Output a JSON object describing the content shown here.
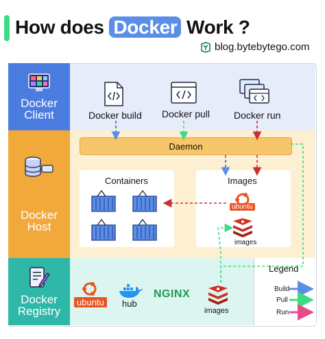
{
  "header": {
    "title_prefix": "How does",
    "title_highlight": "Docker",
    "title_suffix": "Work ?",
    "blog": "blog.bytebytego.com"
  },
  "rows": {
    "client_label": [
      "Docker",
      "Client"
    ],
    "host_label": [
      "Docker",
      "Host"
    ],
    "registry_label": [
      "Docker",
      "Registry"
    ]
  },
  "client": {
    "commands": [
      "Docker build",
      "Docker pull",
      "Docker run"
    ]
  },
  "host": {
    "daemon": "Daemon",
    "containers_title": "Containers",
    "images_title": "Images",
    "ubuntu_label": "ubuntu",
    "images_caption": "images"
  },
  "registry": {
    "ubuntu_label": "ubuntu",
    "hub_label": "hub",
    "nginx_label": "NGINX",
    "images_caption": "images"
  },
  "legend": {
    "title": "Legend",
    "items": [
      {
        "label": "Build",
        "color": "#5b8ee6"
      },
      {
        "label": "Pull",
        "color": "#3ddc84"
      },
      {
        "label": "Run",
        "color": "#e84b8a"
      }
    ]
  },
  "colors": {
    "build": "#5b8ee6",
    "pull": "#3ddc84",
    "run": "#c93030",
    "client": "#4b7de0",
    "host": "#f2a93b",
    "registry": "#2fb8a8"
  }
}
